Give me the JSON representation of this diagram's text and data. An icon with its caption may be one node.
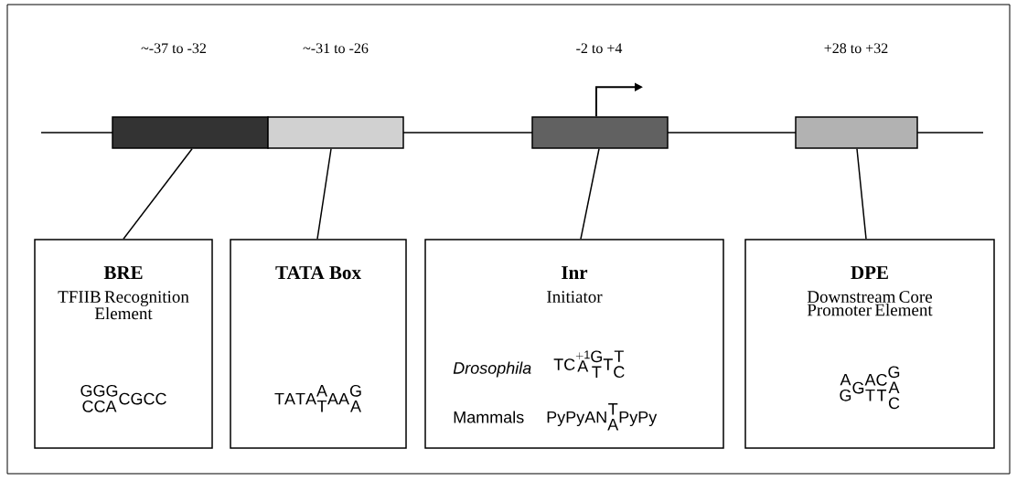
{
  "diagram": {
    "nodes": [
      {
        "text": [],
        "shape": "bar"
      },
      {
        "text": [],
        "shape": "bar"
      },
      {
        "text": [],
        "shape": "bar"
      },
      {
        "text": [],
        "shape": "bar"
      },
      {
        "text": [
          "BRE",
          "TFIIB Recognition Element",
          "\\begin{array}{@{}c@{}}\\mathsf{GGG}\\\\\\mathsf{CCA}\\end{array}\\mathsf{CGCC}"
        ]
      },
      {
        "text": [
          "TATA Box",
          "\\mathsf{TATA}\\begin{array}{@{}c@{}}\\mathsf{A}\\\\\\mathsf{T}\\end{array}\\mathsf{AA}\\begin{array}{@{}c@{}}\\mathsf{G}\\\\\\mathsf{A}\\end{array}"
        ]
      },
      {
        "text": [
          "Inr",
          "Initiator",
          "Drosophila",
          "\\mathsf{TC}{\\stackrel{\\mathsf{+1}}{\\mathsf{A}}}\\begin{array}{@{}c@{}}\\mathsf{G}\\\\\\mathsf{T}\\end{array}\\mathsf{T}\\begin{array}{@{}c@{}}\\mathsf{T}\\\\\\mathsf{C}\\end{array}",
          "Mammals",
          "\\mathsf{PyPyAN}\\begin{array}{@{}c@{}}\\mathsf{T}\\\\\\mathsf{A}\\end{array}\\mathsf{PyPy}"
        ]
      },
      {
        "text": [
          "DPE",
          "Downstream Core Promoter Element",
          "\\begin{array}{@{}c@{}}\\mathsf{A}\\\\\\mathsf{G}\\end{array}\\mathsf{G}\\begin{array}{@{}c@{}}\\mathsf{A}\\\\\\mathsf{T}\\end{array}\\begin{array}{@{}c@{}}\\mathsf{C}\\\\\\mathsf{T}\\end{array}\\begin{array}{@{}c@{}}\\mathsf{G}\\\\\\mathsf{A}\\\\\\mathsf{C}\\end{array}"
        ]
      }
    ],
    "edges": [
      {
        "from": 0,
        "to": 4,
        "arrow": "none"
      },
      {
        "from": 1,
        "to": 5,
        "arrow": "none"
      },
      {
        "from": 2,
        "to": 6,
        "arrow": "none"
      },
      {
        "from": 3,
        "to": 7,
        "arrow": "none"
      },
      {
        "from": 2,
        "to": null,
        "arrow": "to"
      }
    ],
    "labels": [
      "~-37 to -32",
      "~-31 to -26",
      "-2 to +4",
      "+28 to +32"
    ]
  }
}
